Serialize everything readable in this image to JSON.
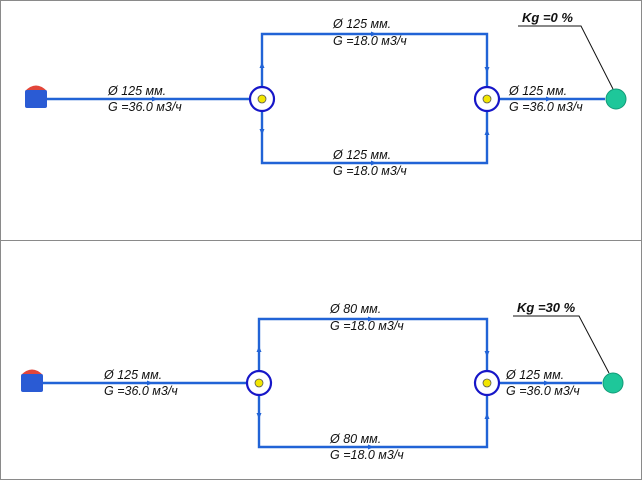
{
  "colors": {
    "pipe": "#2163d6",
    "node_ring": "#1616c8",
    "node_fill": "#f2e600",
    "source_body": "#2a5bd4",
    "source_cap": "#e2463a",
    "consumer": "#1ec79a",
    "leader": "#111111"
  },
  "panels": [
    {
      "kg": "Kg =0 %",
      "inlet": {
        "diameter": "Ø 125 мм.",
        "flow": "G =36.0 м3/ч"
      },
      "branch_top": {
        "diameter": "Ø 125 мм.",
        "flow": "G =18.0 м3/ч"
      },
      "branch_bottom": {
        "diameter": "Ø 125 мм.",
        "flow": "G =18.0 м3/ч"
      },
      "outlet": {
        "diameter": "Ø 125 мм.",
        "flow": "G =36.0 м3/ч"
      }
    },
    {
      "kg": "Kg =30 %",
      "inlet": {
        "diameter": "Ø 125 мм.",
        "flow": "G =36.0 м3/ч"
      },
      "branch_top": {
        "diameter": "Ø 80 мм.",
        "flow": "G =18.0 м3/ч"
      },
      "branch_bottom": {
        "diameter": "Ø 80 мм.",
        "flow": "G =18.0 м3/ч"
      },
      "outlet": {
        "diameter": "Ø 125 мм.",
        "flow": "G =36.0 м3/ч"
      }
    }
  ]
}
